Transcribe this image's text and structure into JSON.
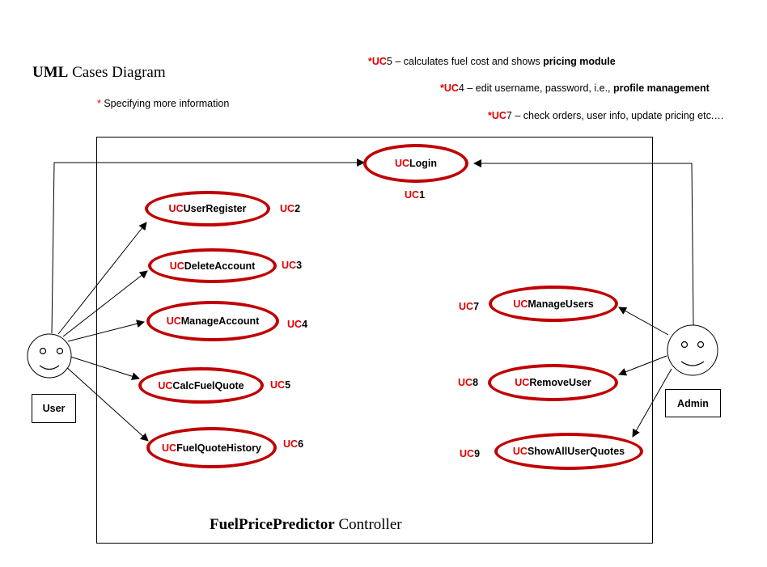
{
  "header": {
    "title_bold": "UML",
    "title_rest": " Cases Diagram",
    "subnote_star": "*",
    "subnote_text": " Specifying more information"
  },
  "notes": [
    {
      "star": "*UC",
      "num": "5",
      "text": " – calculates fuel cost and shows ",
      "bold": "pricing module"
    },
    {
      "star": "*UC",
      "num": "4",
      "text": " – edit username, password, i.e., ",
      "bold": "profile management"
    },
    {
      "star": "*UC",
      "num": "7",
      "text": " – check orders, user info, update pricing etc.…",
      "bold": ""
    }
  ],
  "system": {
    "name_bold": "FuelPricePredictor",
    "name_rest": " Controller"
  },
  "actors": {
    "user": {
      "label": "User"
    },
    "admin": {
      "label": "Admin"
    }
  },
  "use_cases": {
    "login": {
      "prefix": "UC",
      "name": "Login",
      "id_prefix": "UC",
      "id_num": "1"
    },
    "register": {
      "prefix": "UC",
      "name": "UserRegister",
      "id_prefix": "UC",
      "id_num": "2"
    },
    "delete": {
      "prefix": "UC",
      "name": "DeleteAccount",
      "id_prefix": "UC",
      "id_num": "3"
    },
    "manage": {
      "prefix": "UC",
      "name": "ManageAccount",
      "id_prefix": "UC",
      "id_num": "4"
    },
    "calc": {
      "prefix": "UC",
      "name": "CalcFuelQuote",
      "id_prefix": "UC",
      "id_num": "5"
    },
    "history": {
      "prefix": "UC",
      "name": "FuelQuoteHistory",
      "id_prefix": "UC",
      "id_num": "6"
    },
    "manage_users": {
      "prefix": "UC",
      "name": "ManageUsers",
      "id_prefix": "UC",
      "id_num": "7"
    },
    "remove_user": {
      "prefix": "UC",
      "name": "RemoveUser",
      "id_prefix": "UC",
      "id_num": "8"
    },
    "show_quotes": {
      "prefix": "UC",
      "name": "ShowAllUserQuotes",
      "id_prefix": "UC",
      "id_num": "9"
    }
  },
  "colors": {
    "accent_red": "#e00000",
    "oval_border": "#c00000"
  }
}
